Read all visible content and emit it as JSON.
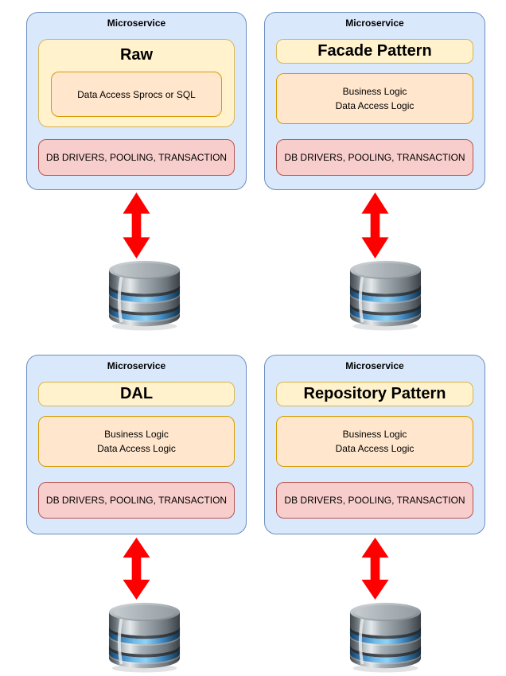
{
  "diagram": {
    "cards": [
      {
        "container_label": "Microservice",
        "title": "Raw",
        "logic_lines": [
          "Data Access Sprocs or SQL"
        ],
        "driver_label": "DB DRIVERS, POOLING, TRANSACTION"
      },
      {
        "container_label": "Microservice",
        "title": "Facade Pattern",
        "logic_lines": [
          "Business Logic",
          "Data Access Logic"
        ],
        "driver_label": "DB DRIVERS, POOLING, TRANSACTION"
      },
      {
        "container_label": "Microservice",
        "title": "DAL",
        "logic_lines": [
          "Business Logic",
          "Data Access Logic"
        ],
        "driver_label": "DB DRIVERS, POOLING, TRANSACTION"
      },
      {
        "container_label": "Microservice",
        "title": "Repository Pattern",
        "logic_lines": [
          "Business Logic",
          "Data Access Logic"
        ],
        "driver_label": "DB DRIVERS, POOLING, TRANSACTION"
      }
    ],
    "icons": {
      "database": "database-icon",
      "connector": "double-arrow-icon"
    },
    "colors": {
      "container_fill": "#dae8fc",
      "container_border": "#6c8ebf",
      "title_fill": "#fff2cc",
      "title_border": "#d6b656",
      "logic_fill": "#ffe6cc",
      "logic_border": "#d79b00",
      "driver_fill": "#f8cecc",
      "driver_border": "#b85450",
      "arrow_color": "#ff0000"
    }
  }
}
